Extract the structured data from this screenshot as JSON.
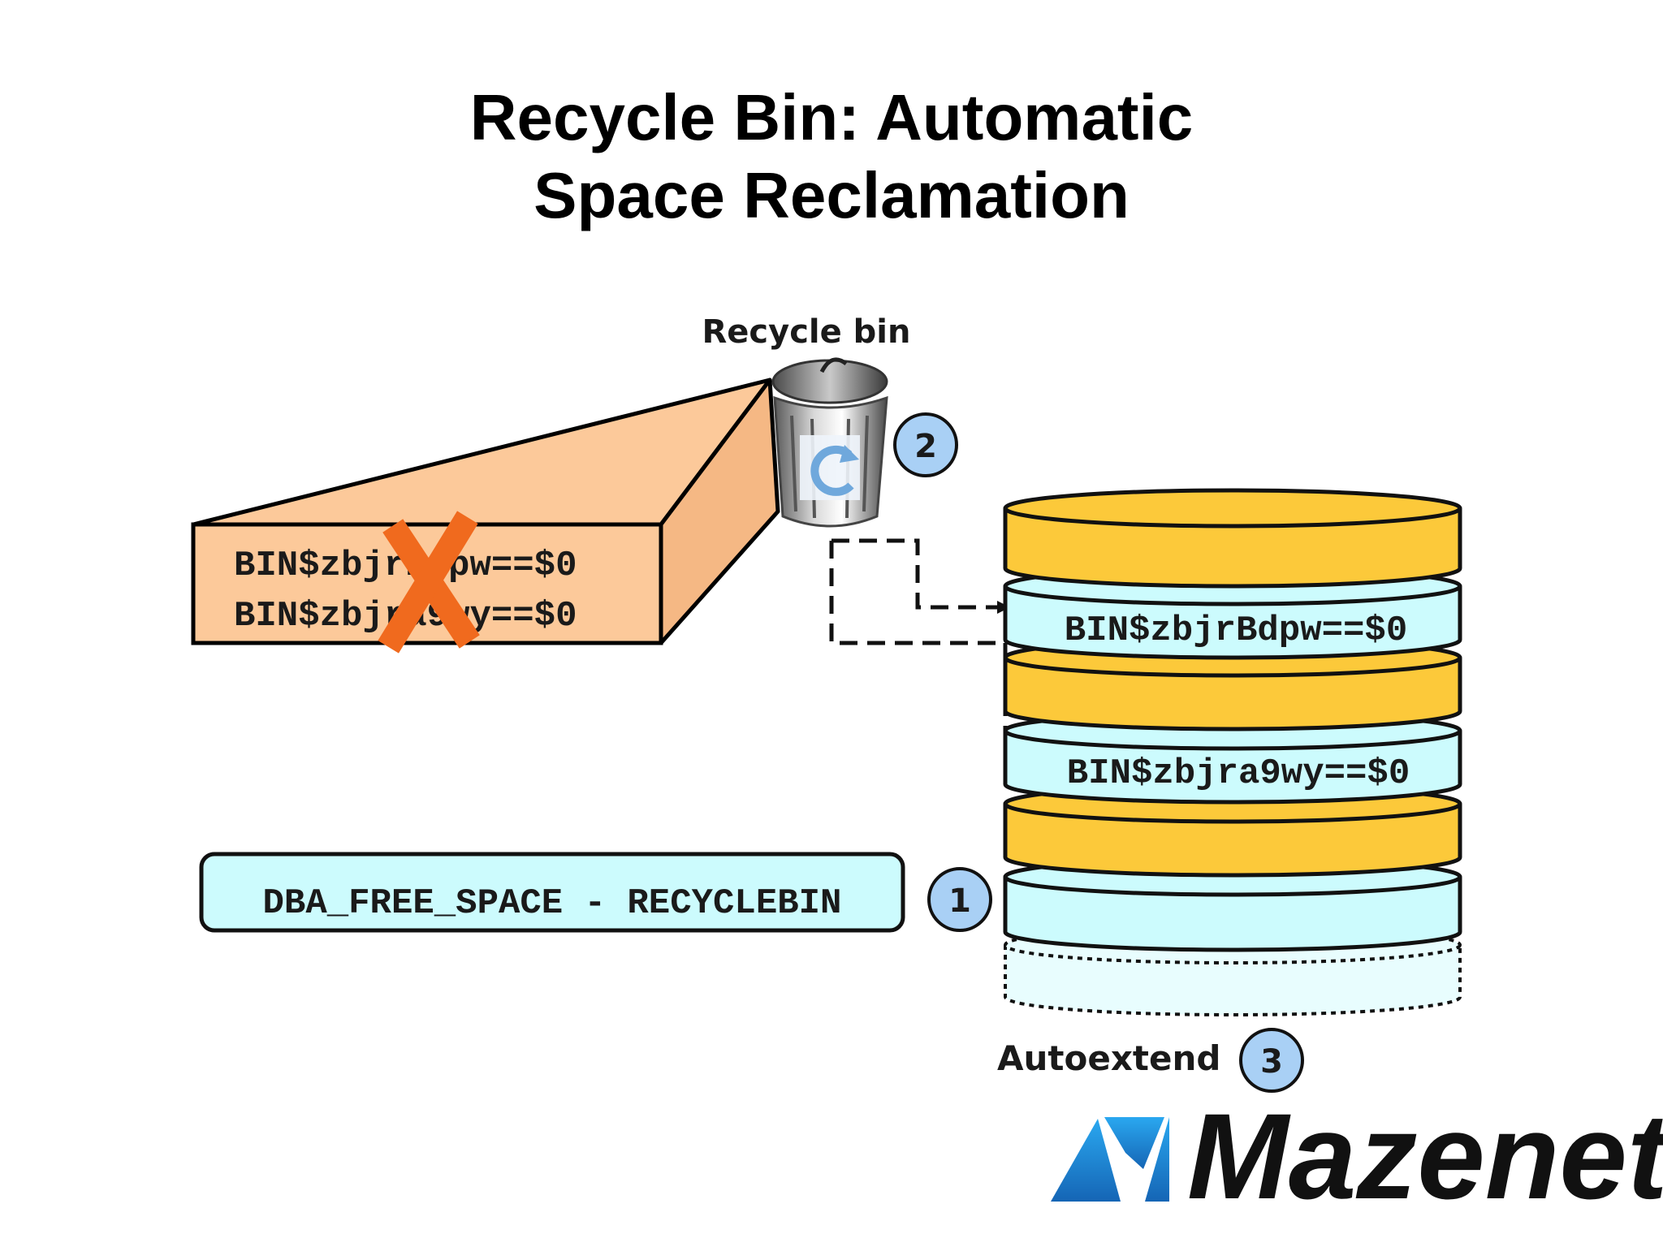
{
  "title": {
    "line1": "Recycle Bin: Automatic",
    "line2": "Space Reclamation"
  },
  "recycle_bin": {
    "label": "Recycle bin",
    "icon": "trash-can-recycle-icon"
  },
  "dropped_objects": [
    "BIN$zbjrBdpw==$0",
    "BIN$zbjra9wy==$0"
  ],
  "tablespace": {
    "segments": [
      {
        "label": "",
        "color": "#fcc93a"
      },
      {
        "label": "BIN$zbjrBdpw==$0",
        "color": "#ccfbfd"
      },
      {
        "label": "",
        "color": "#fcc93a"
      },
      {
        "label": "BIN$zbjra9wy==$0",
        "color": "#ccfbfd"
      },
      {
        "label": "",
        "color": "#fcc93a"
      },
      {
        "label": "",
        "color": "#ccfbfd"
      }
    ],
    "autoextend_label": "Autoextend"
  },
  "free_space_query": "DBA_FREE_SPACE - RECYCLEBIN",
  "badges": [
    "1",
    "2",
    "3"
  ],
  "logo": {
    "text_part1": "Maze",
    "text_part2": "net",
    "dark_color": "#111111",
    "accent_color": "#1e90d6"
  },
  "colors": {
    "box_fill": "#fcc99a",
    "yellow": "#fcc93a",
    "cyan": "#ccfbfd",
    "badge_fill": "#a9d0f5",
    "free_space_fill": "#ccfbfd"
  }
}
